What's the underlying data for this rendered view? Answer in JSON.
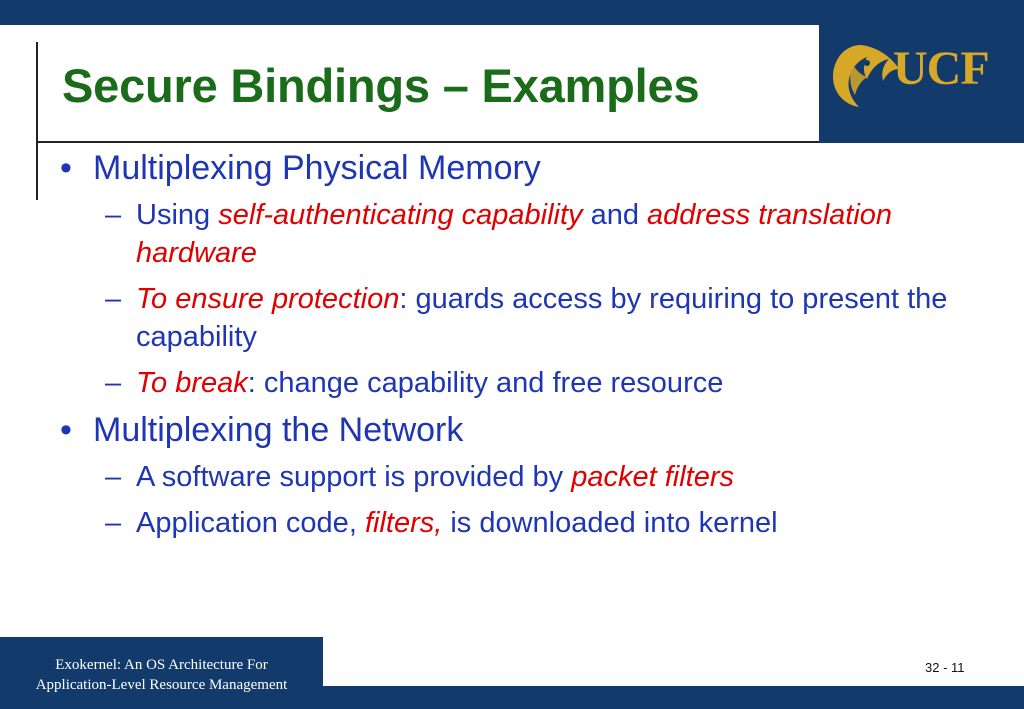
{
  "slide": {
    "title": "Secure Bindings – Examples",
    "logo_text": "UCF",
    "bullets": [
      {
        "text": "Multiplexing Physical Memory",
        "subs": [
          {
            "parts": [
              {
                "t": "Using ",
                "style": "normal"
              },
              {
                "t": "self-authenticating capability",
                "style": "red"
              },
              {
                "t": " and ",
                "style": "normal"
              },
              {
                "t": "address translation hardware",
                "style": "red"
              }
            ]
          },
          {
            "parts": [
              {
                "t": "To ensure protection",
                "style": "red"
              },
              {
                "t": ": guards access by requiring to present the capability",
                "style": "normal"
              }
            ]
          },
          {
            "parts": [
              {
                "t": "To break",
                "style": "red"
              },
              {
                "t": ": change capability and free resource",
                "style": "normal"
              }
            ]
          }
        ]
      },
      {
        "text": "Multiplexing the Network",
        "subs": [
          {
            "parts": [
              {
                "t": "A software support is provided by ",
                "style": "normal"
              },
              {
                "t": "packet filters",
                "style": "red"
              }
            ]
          },
          {
            "parts": [
              {
                "t": "Application code, ",
                "style": "normal"
              },
              {
                "t": "filters,",
                "style": "red"
              },
              {
                "t": " is downloaded into kernel",
                "style": "normal"
              }
            ]
          }
        ]
      }
    ],
    "footer": {
      "line1": "Exokernel: An OS Architecture For",
      "line2": "Application-Level Resource Management",
      "page": "32 - 11"
    }
  },
  "colors": {
    "navy": "#123a6b",
    "title_green": "#1a6b1a",
    "text_blue": "#1f36b4",
    "emphasis_red": "#e00000",
    "logo_gold": "#d7a827"
  },
  "icons": {
    "logo": "ucf-pegasus-logo"
  }
}
